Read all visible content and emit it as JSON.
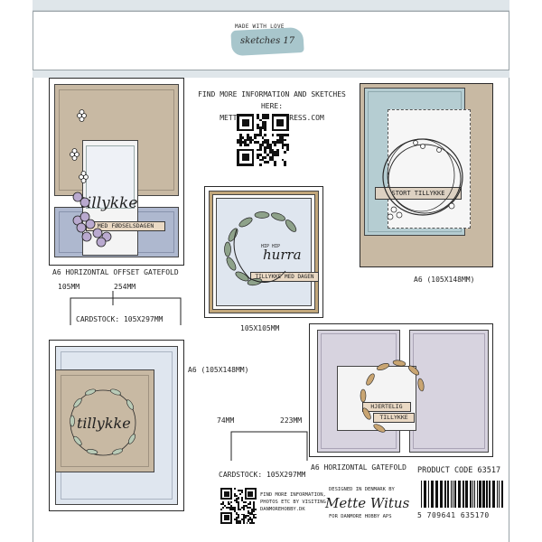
{
  "brand": {
    "made_with_love": "MADE WITH LOVE",
    "sketches": "sketches 17"
  },
  "info": {
    "line1": "FIND MORE INFORMATION AND SKETCHES HERE:",
    "line2": "METTEWITUS.WORDPRESS.COM"
  },
  "sketch1": {
    "sentiment_script": "tillykke",
    "banner": "MED FØDSELSDAGEN",
    "caption": "A6 HORIZONTAL OFFSET GATEFOLD",
    "measure_a": "105MM",
    "measure_b": "254MM",
    "cardstock": "CARDSTOCK: 105X297MM"
  },
  "sketch2": {
    "sentiment_script": "hurra",
    "small_text": "HIP HIP",
    "banner": "TILLYKKE MED DAGEN",
    "caption": "105X105MM"
  },
  "sketch3": {
    "banner": "STORT TILLYKKE",
    "caption": "A6 (105X148MM)"
  },
  "sketch4": {
    "sentiment_script": "tillykke",
    "caption": "A6 (105X148MM)"
  },
  "sketch5": {
    "measure_a": "74MM",
    "measure_b": "223MM",
    "cardstock": "CARDSTOCK: 105X297MM"
  },
  "sketch6": {
    "banner_line1": "HJERTELIG",
    "banner_line2": "TILLYKKE",
    "caption": "A6 HORIZONTAL GATEFOLD"
  },
  "product": {
    "code": "PRODUCT CODE 63517"
  },
  "footer": {
    "designed": "DESIGNED IN DENMARK BY",
    "signature": "Mette Witus",
    "for_line": "FOR DANMORE HOBBY APS",
    "find_more": "FIND MORE INFORMATION,",
    "photos": "PHOTOS ETC BY VISITING",
    "site": "DANMOREHOBBY.DK",
    "barcode": "5 709641 635170"
  },
  "colors": {
    "tan": "#c8b9a3",
    "blue_pale": "#dfe6ef",
    "blue_mid": "#aeb8cf",
    "teal": "#b5cdd2",
    "lavender": "#d7d3df",
    "ribbon": "#ead9c4",
    "leaf": "#8ea28a"
  }
}
